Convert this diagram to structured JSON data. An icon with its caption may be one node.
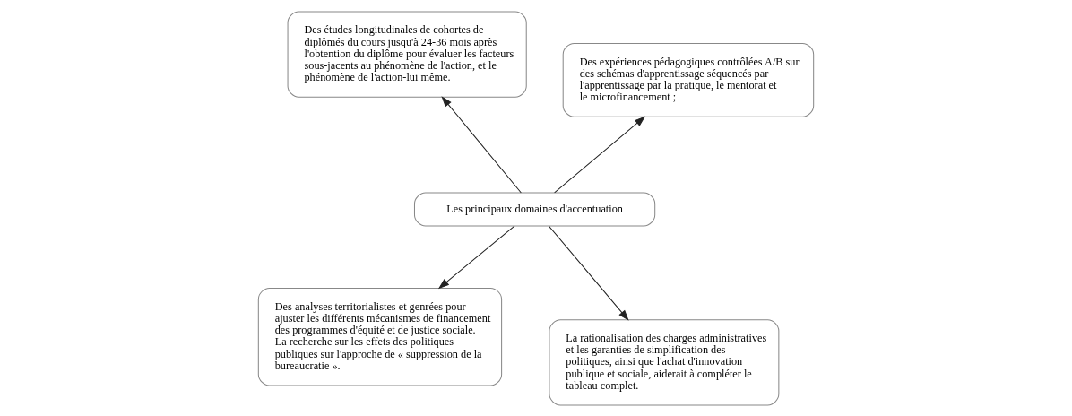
{
  "diagram": {
    "nodes": [
      {
        "text": [
          "Des analyses territorialistes et genrées pour ajuster les différents mécanismes de financement des programmes d'équité et de justice sociale. La recherche sur les effets des politiques publiques sur l'approche de « suppression de la bureaucratie »."
        ]
      },
      {
        "text": [
          "La rationalisation des charges administratives et les garanties de simplification des politiques, ainsi que l'achat d'innovation publique et sociale, aiderait à compléter le tableau complet."
        ]
      },
      {
        "text": [
          "Les principaux domaines d'accentuation"
        ]
      },
      {
        "text": [
          "Des études longitudinales de cohortes de diplômés du cours jusqu'à 24-36 mois après l'obtention du diplôme pour évaluer les facteurs sous-jacents au phénomène de l'action, et le phénomène de l'action-lui même."
        ]
      },
      {
        "text": [
          "Des expériences pédagogiques contrôlées A/B sur des schémas d'apprentissage séquencés par l'apprentissage par la pratique, le mentorat et le microfinancement ;"
        ]
      }
    ],
    "edges": [
      {
        "from": 2,
        "to": 0,
        "arrow": "to"
      },
      {
        "from": 2,
        "to": 1,
        "arrow": "to"
      },
      {
        "from": 2,
        "to": 3,
        "arrow": "to"
      },
      {
        "from": 2,
        "to": 4,
        "arrow": "to"
      }
    ]
  }
}
